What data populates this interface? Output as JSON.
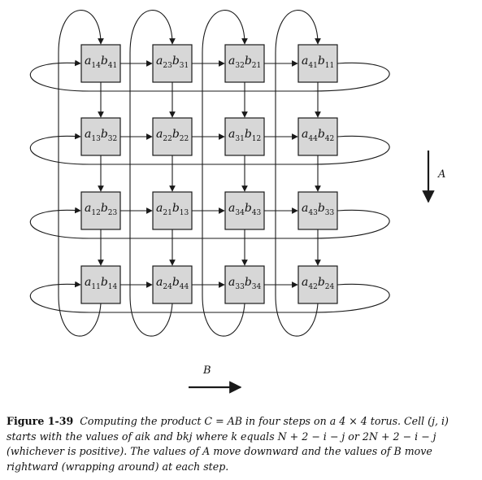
{
  "diagram": {
    "grid": [
      [
        {
          "a": "14",
          "b": "41"
        },
        {
          "a": "23",
          "b": "31"
        },
        {
          "a": "32",
          "b": "21"
        },
        {
          "a": "41",
          "b": "11"
        }
      ],
      [
        {
          "a": "13",
          "b": "32"
        },
        {
          "a": "22",
          "b": "22"
        },
        {
          "a": "31",
          "b": "12"
        },
        {
          "a": "44",
          "b": "42"
        }
      ],
      [
        {
          "a": "12",
          "b": "23"
        },
        {
          "a": "21",
          "b": "13"
        },
        {
          "a": "34",
          "b": "43"
        },
        {
          "a": "43",
          "b": "33"
        }
      ],
      [
        {
          "a": "11",
          "b": "14"
        },
        {
          "a": "24",
          "b": "44"
        },
        {
          "a": "33",
          "b": "34"
        },
        {
          "a": "42",
          "b": "24"
        }
      ]
    ],
    "a_letter": "a",
    "b_letter": "b",
    "label_A": "A",
    "label_B": "B"
  },
  "caption": {
    "label": "Figure 1-39",
    "text": "Computing the product C = AB in four steps on a 4 × 4 torus. Cell (j, i) starts with the values of aik and bkj where k equals N + 2 − i − j or 2N + 2 − i − j (whichever is positive). The values of A move downward and the values of B move rightward (wrapping around) at each step."
  },
  "colors": {
    "cell_fill": "#d7d7d7",
    "stroke": "#1a1a1a"
  }
}
